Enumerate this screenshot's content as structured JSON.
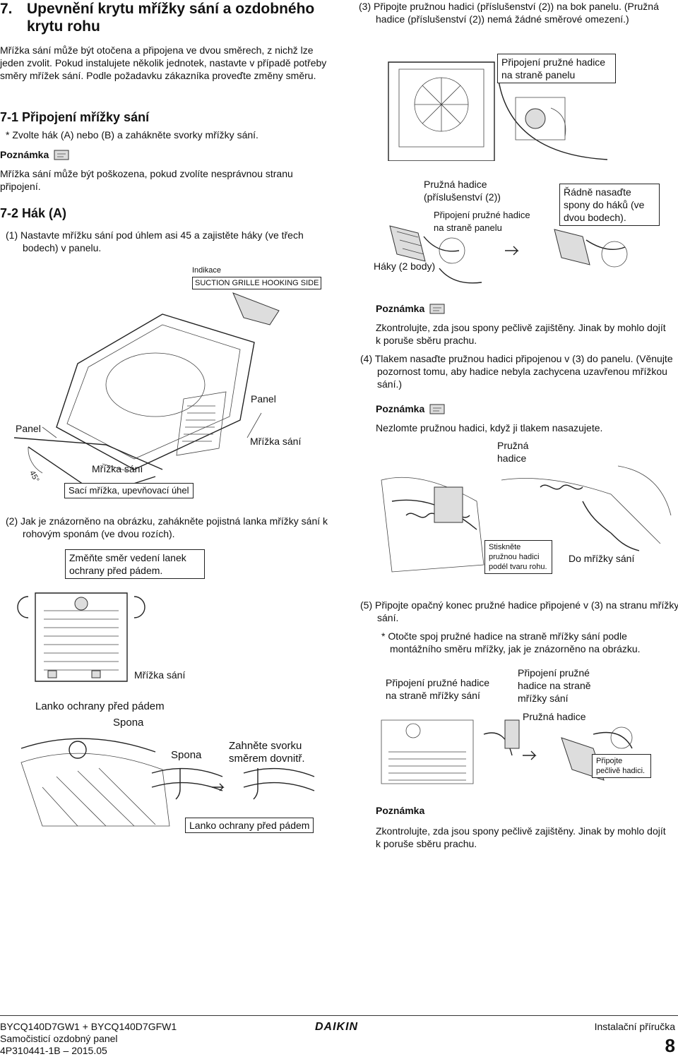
{
  "section7": {
    "title_num": "7.",
    "title": "Upevnění krytu mřížky sání a ozdobného krytu rohu",
    "intro": "Mřížka sání může být otočena a připojena ve dvou směrech, z nichž lze jeden zvolit. Pokud instalujete několik jednotek, nastavte v případě potřeby směry mřížek sání. Podle požadavku zákazníka proveďte změny směru."
  },
  "s71": {
    "title": "7-1  Připojení mřížky sání",
    "bullet": "* Zvolte hák (A) nebo (B) a zahákněte svorky mřížky sání.",
    "note_label": "Poznámka",
    "note_text": "Mřížka sání může být poškozena, pokud zvolíte nesprávnou stranu připojení."
  },
  "s72": {
    "title": "7-2  Hák (A)",
    "step1": "(1) Nastavte mřížku sání pod úhlem asi 45  a zajistěte háky (ve třech bodech) v panelu.",
    "step2": "(2) Jak je znázorněno na obrázku, zahákněte pojistná lanka mřížky sání k rohovým sponám (ve dvou rozích)."
  },
  "fig1": {
    "indikace": "Indikace",
    "suction": "SUCTION GRILLE HOOKING SIDE",
    "panel_left": "Panel",
    "panel_right": "Panel",
    "grille_right": "Mřížka sání",
    "grille_bottom": "Mřížka sání",
    "angle": "45°",
    "angle_box": "Sací mřížka, upevňovací úhel"
  },
  "fig2": {
    "change_dir": "Změňte směr vedení lanek ochrany před pádem.",
    "grille": "Mřížka sání",
    "cable": "Lanko ochrany před pádem",
    "clip": "Spona",
    "clip2": "Spona",
    "bend": "Zahněte svorku směrem dovnitř.",
    "cable_box": "Lanko ochrany před pádem"
  },
  "right": {
    "step3": "(3) Připojte pružnou hadici (příslušenství (2)) na bok panelu. (Pružná hadice (příslušenství (2)) nemá žádné směrové omezení.)",
    "conn_panel_box": "Připojení pružné hadice na straně panelu",
    "hose_acc": "Pružná hadice (příslušenství (2))",
    "conn_panel": "Připojení pružné hadice na straně panelu",
    "fit_clips": "Řádně nasaďte spony do háků (ve dvou bodech).",
    "hooks": "Háky (2 body)",
    "note1_label": "Poznámka",
    "note1_text": "Zkontrolujte, zda jsou spony pečlivě zajištěny. Jinak by mohlo dojít k poruše sběru prachu.",
    "step4": "(4) Tlakem nasaďte pružnou hadici připojenou v (3) do panelu. (Věnujte pozornost tomu, aby hadice nebyla zachycena uzavřenou mřížkou sání.)",
    "note2_label": "Poznámka",
    "note2_text": "Nezlomte pružnou hadici, když ji tlakem nasazujete.",
    "hose": "Pružná hadice",
    "press_box": "Stiskněte pružnou hadici podél tvaru rohu.",
    "to_grille": "Do mřížky sání",
    "step5": "(5) Připojte opačný konec pružné hadice připojené v (3) na stranu mřížky sání.",
    "step5_note": "* Otočte spoj pružné hadice na straně mřížky sání podle montážního směru mřížky, jak je znázorněno na obrázku.",
    "conn_grille_a": "Připojení pružné hadice na straně mřížky sání",
    "conn_grille_b": "Připojení pružné hadice na straně mřížky sání",
    "hose2": "Pružná hadice",
    "attach_box": "Připojte pečlivě hadici.",
    "note3_label": "Poznámka",
    "note3_text": "Zkontrolujte, zda jsou spony pečlivě zajištěny. Jinak by mohlo dojít k poruše sběru prachu."
  },
  "footer": {
    "model": "BYCQ140D7GW1 + BYCQ140D7GFW1",
    "product": "Samočisticí ozdobný panel",
    "code": "4P310441-1B – 2015.05",
    "brand": "DAIKIN",
    "manual": "Instalační příručka",
    "page": "8"
  }
}
